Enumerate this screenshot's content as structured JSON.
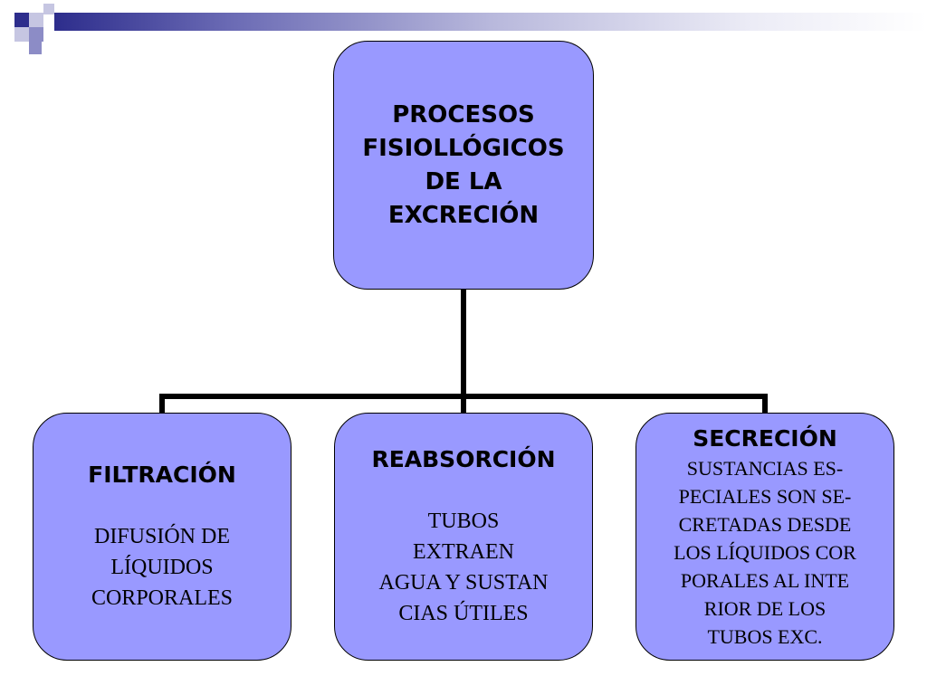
{
  "colors": {
    "box_fill": "#9999ff",
    "box_border": "#000000",
    "connector": "#000000",
    "decoration_dark": "#2d2d8c",
    "decoration_light": "#b8b8dc"
  },
  "root": {
    "title": "PROCESOS\nFISIOLLÓGICOS\nDE LA\nEXCRECIÓN"
  },
  "children": [
    {
      "title": "FILTRACIÓN",
      "text": "DIFUSIÓN DE\nLÍQUIDOS\n CORPORALES"
    },
    {
      "title": "REABSORCIÓN",
      "text": "TUBOS\nEXTRAEN\n AGUA Y SUSTAN\nCIAS ÚTILES"
    },
    {
      "title": "SECRECIÓN",
      "text": "SUSTANCIAS ES-\nPECIALES SON SE-\nCRETADAS DESDE\nLOS LÍQUIDOS COR\nPORALES AL INTE\nRIOR DE LOS\nTUBOS EXC."
    }
  ]
}
